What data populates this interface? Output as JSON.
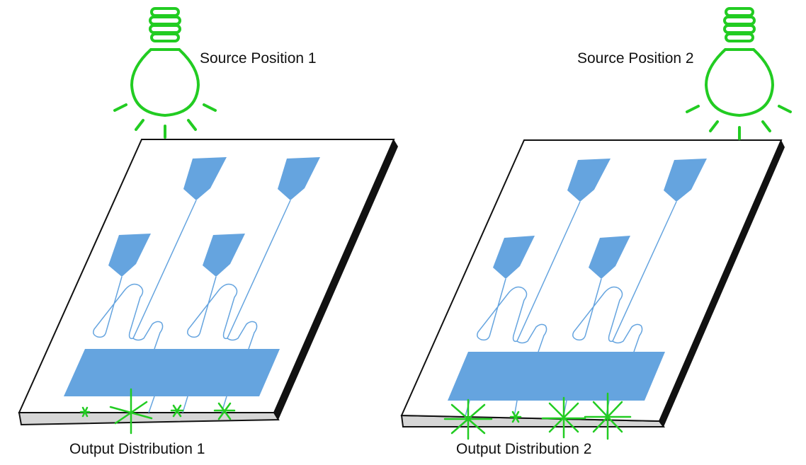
{
  "panels": [
    {
      "source_label": "Source Position 1",
      "output_label": "Output Distribution 1"
    },
    {
      "source_label": "Source Position 2",
      "output_label": "Output Distribution 2"
    }
  ],
  "colors": {
    "light": "#22cc22",
    "pattern": "#65a4df",
    "slab_top": "#ffffff",
    "slab_side": "#111111",
    "slab_bottom_edge": "#d6d6d6",
    "outline": "#111111"
  }
}
